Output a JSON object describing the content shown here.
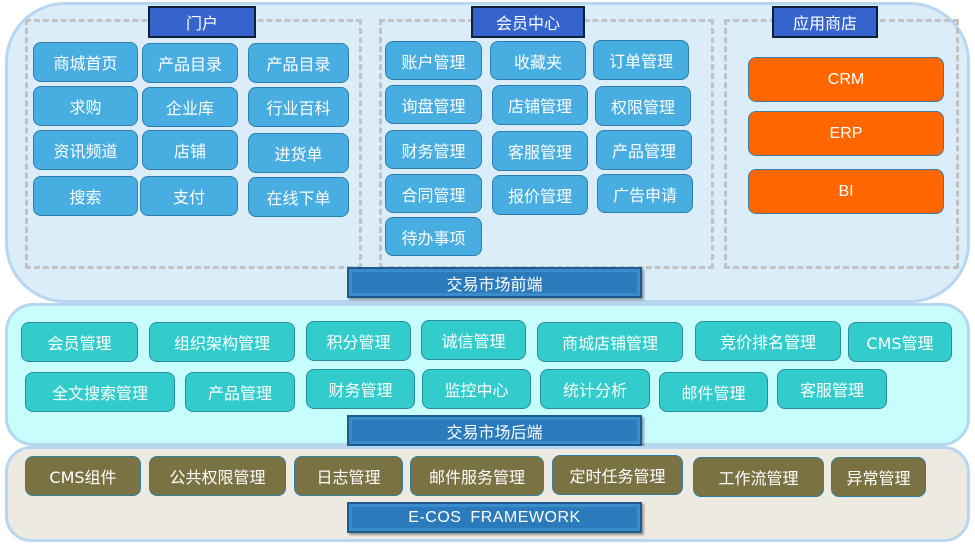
{
  "frontend": {
    "portal": {
      "title": "门户",
      "items": [
        "商城首页",
        "产品目录",
        "产品目录",
        "求购",
        "企业库",
        "行业百科",
        "资讯频道",
        "店铺",
        "进货单",
        "搜索",
        "支付",
        "在线下单"
      ]
    },
    "member_center": {
      "title": "会员中心",
      "items": [
        "账户管理",
        "收藏夹",
        "订单管理",
        "询盘管理",
        "店铺管理",
        "权限管理",
        "财务管理",
        "客服管理",
        "产品管理",
        "合同管理",
        "报价管理",
        "广告申请",
        "待办事项"
      ]
    },
    "app_store": {
      "title": "应用商店",
      "items": [
        "CRM",
        "ERP",
        "BI"
      ]
    },
    "layer_label": "交易市场前端"
  },
  "backend": {
    "items": [
      "会员管理",
      "组织架构管理",
      "积分管理",
      "诚信管理",
      "商城店铺管理",
      "竞价排名管理",
      "CMS管理",
      "全文搜索管理",
      "产品管理",
      "财务管理",
      "监控中心",
      "统计分析",
      "邮件管理",
      "客服管理"
    ],
    "layer_label": "交易市场后端"
  },
  "framework": {
    "items": [
      "CMS组件",
      "公共权限管理",
      "日志管理",
      "邮件服务管理",
      "定时任务管理",
      "工作流管理",
      "异常管理"
    ],
    "layer_label": "E-COS  FRAMEWORK"
  },
  "colors": {
    "frontend_module": "#48aee2",
    "app_store_module": "#ff6600",
    "backend_module": "#33cccc",
    "framework_module": "#7b7243",
    "section_header": "#3464cc",
    "layer_bar": "#2a7abc"
  }
}
